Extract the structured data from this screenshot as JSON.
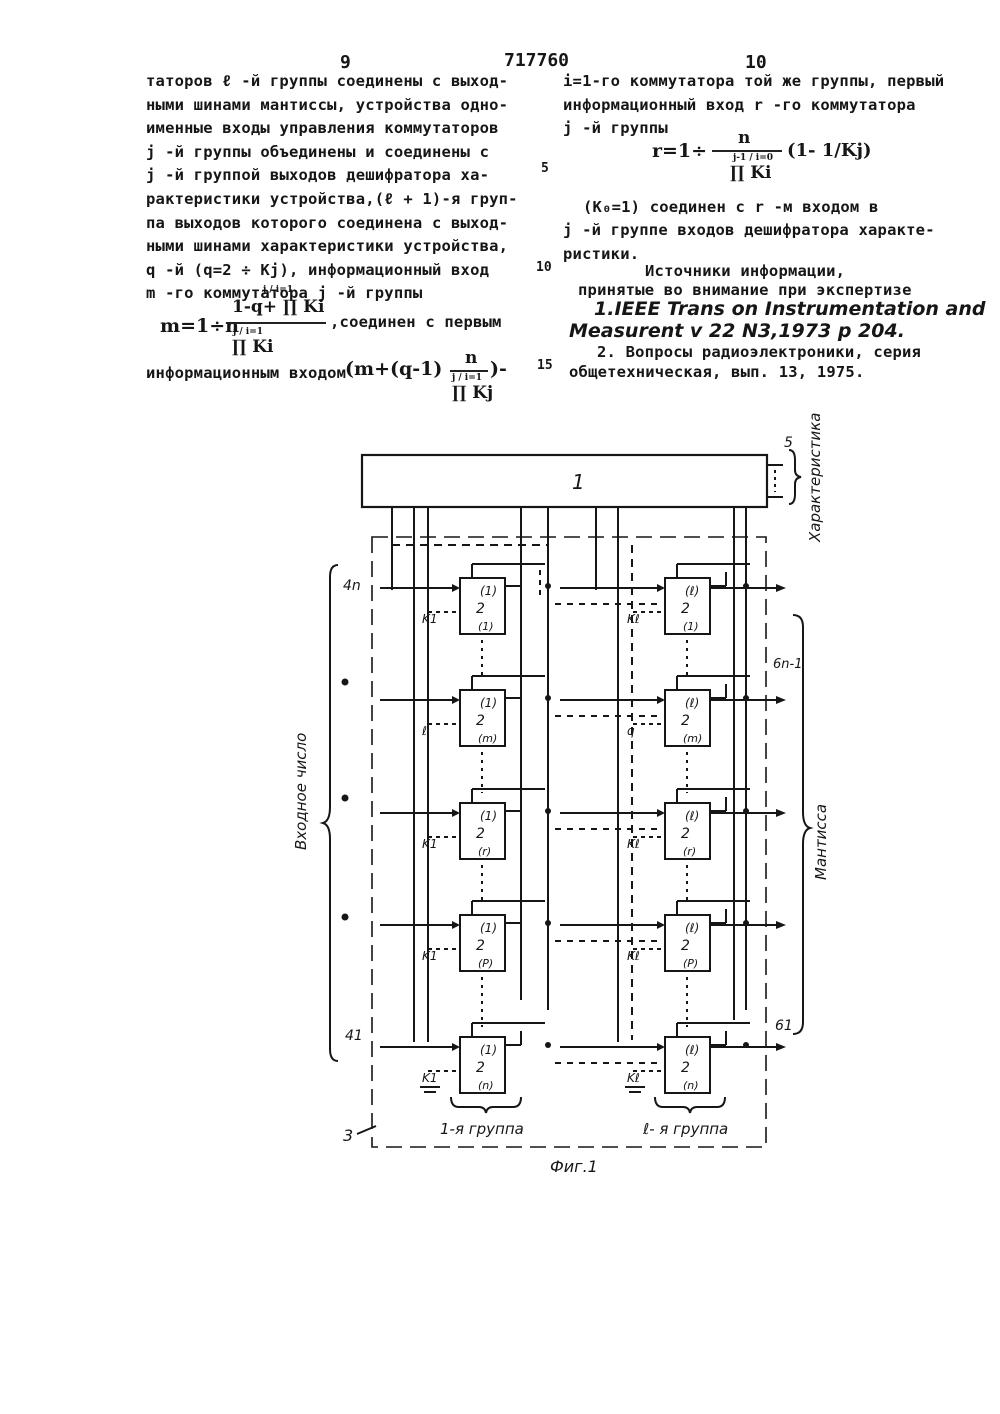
{
  "header": {
    "page_left": "9",
    "patent_number": "717760",
    "page_right": "10"
  },
  "left_column": {
    "lines": [
      "таторов ℓ -й группы соединены с выход-",
      "ными шинами мантиссы, устройства одно-",
      "именные входы управления коммутаторов",
      " j -й группы объединены и соединены с",
      " j -й группой выходов дешифратора ха-",
      "рактеристики устройства,(ℓ + 1)-я груп-",
      "па выходов которого соединена с выход-",
      "ными шинами характеристики устройства,",
      " q -й (q=2 ÷ Kj), информационный вход",
      " m  -го коммутатора j -й группы"
    ],
    "formula1_lhs": "m=1÷n",
    "formula1_num": "1-q+ ∏ Ki",
    "formula1_num_limits": "j / i=1",
    "formula1_den": "∏ Ki",
    "formula1_den_limits": "j / i=1",
    "formula1_tail": ",соединен с первым",
    "formula2_text": "информационным входом",
    "formula2_expr": "(m+(q-1)",
    "formula2_num": "n",
    "formula2_den": "∏ Kj",
    "formula2_den_limits": "j / i=1",
    "formula2_tail": ")-"
  },
  "right_column": {
    "lines1": [
      "i=1-го коммутатора той же группы, первый",
      "информационный вход r -го коммутатора",
      "  j  -й группы"
    ],
    "formula3_lhs": "r=1÷",
    "formula3_num": "n",
    "formula3_den": "∏ Ki",
    "formula3_den_limits": "j-1 / i=0",
    "formula3_rhs": "(1- 1/Kj)",
    "lines2": [
      "(K₀=1) соединен с r -м входом в",
      " j -й группе входов дешифратора характе-",
      "ристики."
    ],
    "sources_title_1": "Источники информации,",
    "sources_title_2": "принятые во внимание при экспертизе",
    "ref1_line1": "1.IEEE Trans on Instrumentation and",
    "ref1_line2": "Measurent v 22 N3,1973 p 204.",
    "ref2_line1": "2. Вопросы радиоэлектроники, серия",
    "ref2_line2": "общетехническая, вып. 13, 1975."
  },
  "line_numbers": [
    "5",
    "10",
    "15"
  ],
  "figure": {
    "decoder_label": "1",
    "output_5_label": "5",
    "characteristic_label": "Характеристика",
    "input_number_label": "Входное число",
    "mantissa_label": "Мантисса",
    "input_top": "4n",
    "input_bottom": "41",
    "output_top": "6n-1",
    "output_bottom": "61",
    "frame_label": "3",
    "group1_label": "1-я группа",
    "groupl_label": "ℓ- я группа",
    "caption": "Фиг.1",
    "left_boxes": [
      {
        "top": "(1)",
        "mid": "2",
        "bot": "(1)",
        "ctrl": "K1"
      },
      {
        "top": "(1)",
        "mid": "2",
        "bot": "(m)",
        "ctrl": "ℓ"
      },
      {
        "top": "(1)",
        "mid": "2",
        "bot": "(r)",
        "ctrl": "K1"
      },
      {
        "top": "(1)",
        "mid": "2",
        "bot": "(P)",
        "ctrl": "K1"
      },
      {
        "top": "(1)",
        "mid": "2",
        "bot": "(n)",
        "ctrl": "K1"
      }
    ],
    "right_boxes": [
      {
        "top": "(ℓ)",
        "mid": "2",
        "bot": "(1)",
        "ctrl": "Kℓ"
      },
      {
        "top": "(ℓ)",
        "mid": "2",
        "bot": "(m)",
        "ctrl": "q"
      },
      {
        "top": "(ℓ)",
        "mid": "2",
        "bot": "(r)",
        "ctrl": "Kℓ"
      },
      {
        "top": "(ℓ)",
        "mid": "2",
        "bot": "(P)",
        "ctrl": "Kℓ"
      },
      {
        "top": "(ℓ)",
        "mid": "2",
        "bot": "(n)",
        "ctrl": "Kℓ"
      }
    ]
  }
}
